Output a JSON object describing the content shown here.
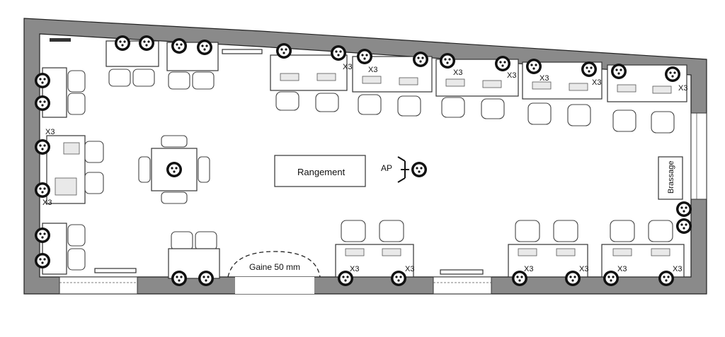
{
  "plan": {
    "storage_label": "Rangement",
    "ap_label": "AP",
    "patch_label": "Brassage",
    "shaft_label": "Gaine 50 mm",
    "x3_label": "X3"
  },
  "colors": {
    "wall": "#8a8a8a",
    "outlet_ring": "#111111",
    "line": "#333333"
  },
  "icons": [
    "network-outlet-icon",
    "chair-icon",
    "radiator-icon",
    "access-point-icon",
    "door-icon"
  ]
}
